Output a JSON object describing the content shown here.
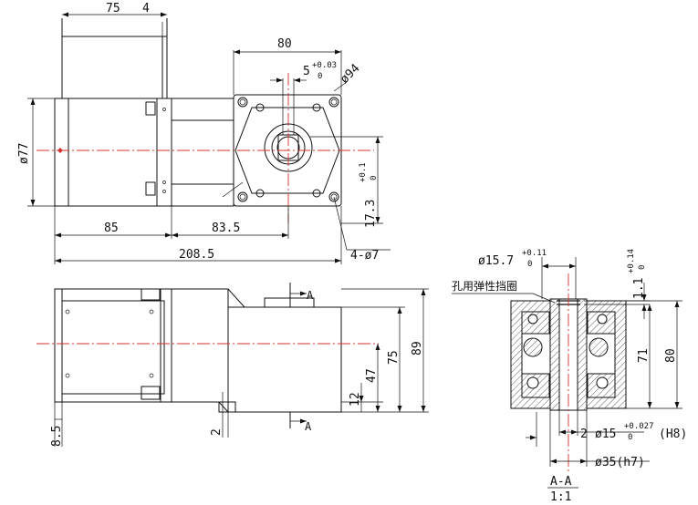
{
  "drawing": {
    "top_view": {
      "dim_75": "75",
      "dim_4": "4",
      "dim_80": "80",
      "dim_5": "5",
      "dim_5_tol_upper": "+0.03",
      "dim_5_tol_lower": "0",
      "dim_phi94": "ø94",
      "dim_phi77": "ø77",
      "dim_85": "85",
      "dim_83_5": "83.5",
      "dim_208_5": "208.5",
      "dim_17_3": "17.3",
      "dim_17_3_tol_upper": "+0.1",
      "dim_17_3_tol_lower": "0",
      "dim_4phi7": "4-ø7"
    },
    "front_view": {
      "section_mark_top": "A",
      "section_mark_bottom": "A",
      "dim_89": "89",
      "dim_75": "75",
      "dim_47": "47",
      "dim_12": "12",
      "dim_8_5": "8.5",
      "dim_2": "2"
    },
    "section_view": {
      "dim_phi15_7": "ø15.7",
      "dim_phi15_7_tol_upper": "+0.11",
      "dim_phi15_7_tol_lower": "0",
      "note_circlip": "孔用弹性挡圈",
      "dim_1_1": "1.1",
      "dim_1_1_tol_upper": "+0.14",
      "dim_1_1_tol_lower": "0",
      "dim_71": "71",
      "dim_80": "80",
      "dim_2": "2",
      "dim_phi15": "ø15",
      "dim_phi15_tol_upper": "+0.027",
      "dim_phi15_tol_lower": "0",
      "dim_phi15_fit": "(H8)",
      "dim_phi35": "ø35(h7)",
      "section_title": "A-A",
      "scale": "1:1"
    }
  }
}
